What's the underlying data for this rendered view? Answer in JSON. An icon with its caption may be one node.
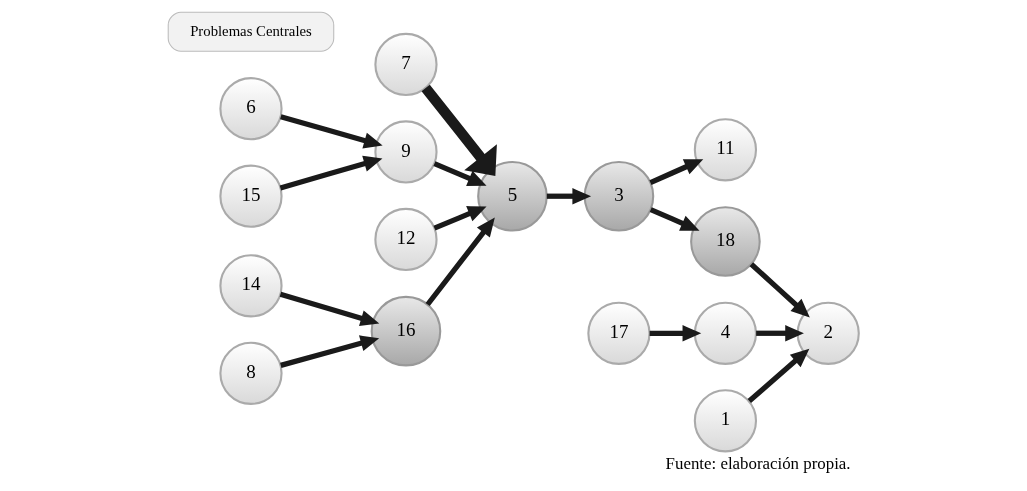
{
  "diagram": {
    "caption": "Fuente: elaboración propia.",
    "nodes": [
      {
        "text": [
          "7"
        ]
      },
      {
        "text": [
          "11"
        ]
      },
      {
        "text": [
          "Problemas Centrales"
        ]
      },
      {
        "text": [
          "6"
        ]
      },
      {
        "text": [
          "9"
        ]
      },
      {
        "text": [
          "5"
        ]
      },
      {
        "text": [
          "3"
        ]
      },
      {
        "text": [
          "18"
        ]
      },
      {
        "text": [
          "15"
        ]
      },
      {
        "text": [
          "12"
        ]
      },
      {
        "text": [
          "16"
        ]
      },
      {
        "text": [
          "2"
        ]
      },
      {
        "text": [
          "4"
        ]
      },
      {
        "text": [
          "14"
        ]
      },
      {
        "text": [
          "8"
        ]
      },
      {
        "text": [
          "1"
        ]
      },
      {
        "text": [
          "17"
        ]
      }
    ],
    "edges": [
      {
        "from": 0,
        "to": 5,
        "arrow": "to",
        "style": "thick"
      },
      {
        "from": 3,
        "to": 4,
        "arrow": "to"
      },
      {
        "from": 4,
        "to": 5,
        "arrow": "to"
      },
      {
        "from": 8,
        "to": 4,
        "arrow": "to"
      },
      {
        "from": 9,
        "to": 5,
        "arrow": "to"
      },
      {
        "from": 10,
        "to": 5,
        "arrow": "to"
      },
      {
        "from": 13,
        "to": 10,
        "arrow": "to"
      },
      {
        "from": 14,
        "to": 10,
        "arrow": "to"
      },
      {
        "from": 5,
        "to": 6,
        "arrow": "to"
      },
      {
        "from": 6,
        "to": 1,
        "arrow": "to"
      },
      {
        "from": 6,
        "to": 7,
        "arrow": "to"
      },
      {
        "from": 7,
        "to": 11,
        "arrow": "to"
      },
      {
        "from": 12,
        "to": 11,
        "arrow": "to"
      },
      {
        "from": 15,
        "to": 11,
        "arrow": "to"
      },
      {
        "from": 16,
        "to": 12,
        "arrow": "to"
      }
    ]
  }
}
